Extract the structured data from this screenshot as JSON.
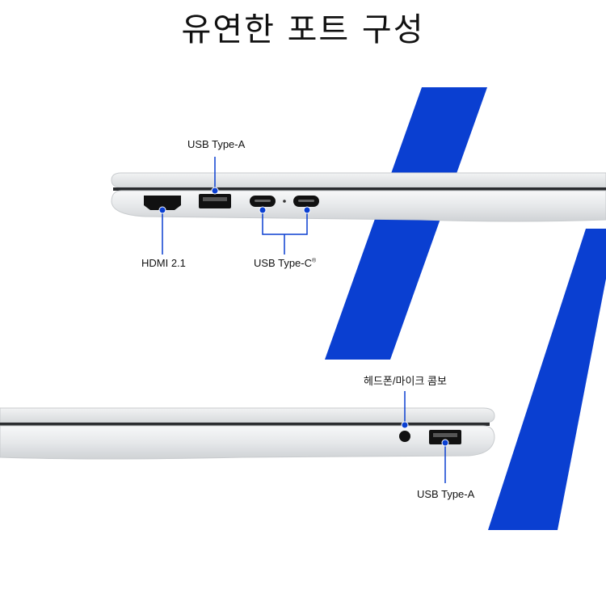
{
  "title": "유연한 포트 구성",
  "labels": {
    "usb_a_top": "USB Type-A",
    "hdmi": "HDMI 2.1",
    "usb_c": "USB Type-C",
    "usb_c_mark": "®",
    "audio_combo": "헤드폰/마이크 콤보",
    "usb_a_bottom": "USB Type-A"
  },
  "colors": {
    "accent_blue": "#0a3fd1",
    "chassis": "#eceef0",
    "port": "#111111"
  }
}
